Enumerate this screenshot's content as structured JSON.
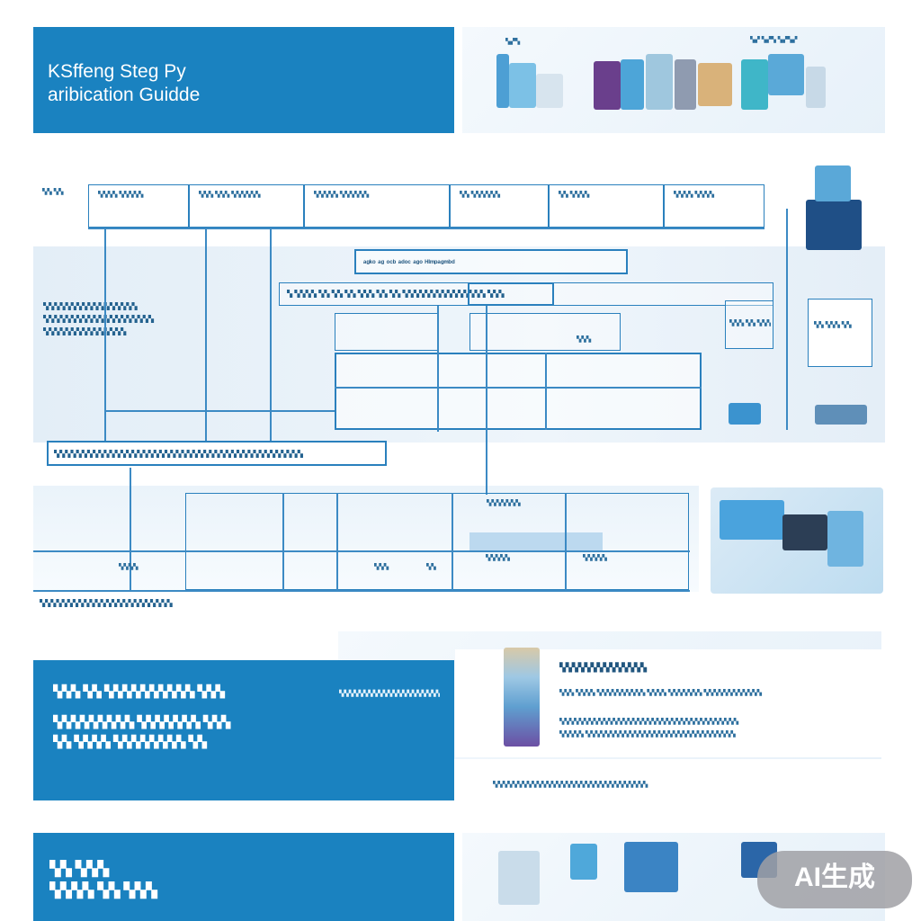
{
  "header": {
    "title_line1": "KSffeng Steg Py",
    "title_line2": "aribication Guidde"
  },
  "top_gallery": {
    "label_left": "▚▞▚",
    "label_right": "▚▞ ▚▞▚ ▚▞▚▞"
  },
  "diagram": {
    "top_row_labels": [
      "▚▚ ▚▚",
      "▚▚▚▚ ▚▚▚▚▚",
      "▚▚▚ ▚▚▚ ▚▚▚▚▚▚",
      "▚▚▚▚▚ ▚▚▚▚▚▚",
      "▚▚ ▚▚▚▚▚▚",
      "▚▚ ▚▚▚▚",
      "▚▚▚▚ ▚▚▚▚"
    ],
    "center_box_title": "ᵃᵍᵏᵒ ᵃᵍ ᵒᶜᵇ ᵃᵈᵒᶜ  ᵃᵍᵒ ᴴᴵᵐᵖᵃᵍᵐᵇᵈ",
    "center_row_text": "▚ ▚▚▚▚ ▚▚ ▚▚ ▚▚ ▚▚▚   ▚▚ ▚▚  ▚▚▚▚▚▚▚▚▚▚▚▚▚▚▚ ▚▚▚",
    "left_note_lines": [
      "▚▚▚▚▚▚▚▚▚▚▚▚▚▚▚▚▚",
      "▚▚▚▚▚▚▚▚▚▚▚▚▚▚▚▚▚▚▚▚",
      "▚▚▚▚▚▚▚▚▚▚▚▚▚▚▚"
    ],
    "mid_box_label": "▚▚▚",
    "right_label_a": "▚▚▚ ▚▚ ▚▚▚ ▚▚",
    "right_label_b": "▚▚ ▚▚▚ ▚▚",
    "wide_bar_text": "▚▚▚▚▚▚▚▚▚▚▚▚▚▚▚▚▚▚▚▚▚▚▚▚▚▚▚▚▚▚▚▚▚▚▚▚▚▚▚▚▚▚▚▚▚",
    "lower_box_label": "▚▚▚▚▚▚▚",
    "lower_cells": [
      "▚▚▚▚",
      "▚▚▚",
      "▚▚",
      "▚▚▚▚▚",
      "▚▚▚▚▚"
    ],
    "footer_note": "▚▚▚▚▚▚▚▚▚▚▚▚▚▚▚▚▚▚▚▚▚▚▚▚"
  },
  "section_lower": {
    "panel_lines": [
      "▚▚▚ ▚▚ ▚▚▚▚▚▚▚▚▚▚ ▚▚▚",
      "▚▚▚▚▚▚▚▚▚ ▚▚▚▚▚▚▚ ▚▚▚",
      "▚▚ ▚▚▚▚ ▚▚▚▚▚▚▚▚ ▚▚"
    ],
    "panel_small": "▚▚▚▚▚▚▚▚▚▚▚▚▚▚▚▚▚▚▚▚▚",
    "right_heading": "▚▚▚▚▚▚▚▚▚▚▚▚▚▚",
    "right_lines": [
      "▚▚▚ ▚▚▚▚ ▚▚▚▚▚▚▚▚▚▚ ▚▚▚▚ ▚▚▚▚▚▚▚ ▚▚▚▚▚▚▚▚▚▚▚▚",
      "▚▚▚▚▚▚▚▚▚▚▚▚▚▚▚▚▚▚▚▚▚▚▚▚▚▚▚▚▚▚▚▚▚▚▚▚▚",
      "▚▚▚▚▚ ▚▚▚▚▚▚▚▚▚▚▚▚▚▚▚▚▚▚▚▚▚▚▚▚▚▚▚▚▚▚▚",
      "▚▚▚▚▚▚▚▚▚▚▚▚▚▚▚▚▚▚▚▚▚▚▚▚▚▚▚▚▚▚▚▚"
    ]
  },
  "section_bottom": {
    "line1": "▚▚ ▚▚▚",
    "line2": "▚▚▚▚ ▚▚ ▚▚▚"
  },
  "watermark": "AI生成"
}
